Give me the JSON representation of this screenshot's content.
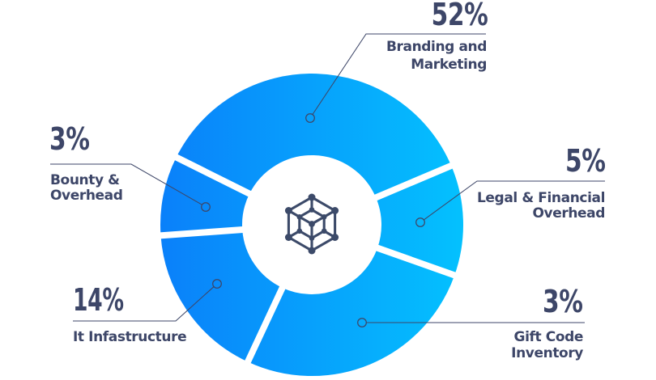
{
  "chart_data": {
    "type": "pie",
    "variant": "donut",
    "title": "",
    "segments": [
      {
        "label": "Branding and Marketing",
        "value": 52,
        "unit": "%"
      },
      {
        "label": "Legal & Financial Overhead",
        "value": 5,
        "unit": "%"
      },
      {
        "label": "Gift Code Inventory",
        "value": 3,
        "unit": "%"
      },
      {
        "label": "It Infastructure",
        "value": 14,
        "unit": "%"
      },
      {
        "label": "Bounty & Overhead",
        "value": 3,
        "unit": "%"
      }
    ],
    "colors": {
      "gradient_start": "#0A80FA",
      "gradient_end": "#04C1FE",
      "text": "#3d4668"
    },
    "legend_position": "callouts",
    "center_icon": "network-cube-icon"
  },
  "labels": {
    "branding": {
      "pct": "52%",
      "line1": "Branding and",
      "line2": "Marketing"
    },
    "bounty": {
      "pct": "3%",
      "line1": "Bounty &",
      "line2": "Overhead"
    },
    "legal": {
      "pct": "5%",
      "line1": "Legal & Financial",
      "line2": "Overhead"
    },
    "it": {
      "pct": "14%",
      "line1": "It Infastructure",
      "line2": ""
    },
    "gift": {
      "pct": "3%",
      "line1": "Gift Code",
      "line2": "Inventory"
    }
  }
}
